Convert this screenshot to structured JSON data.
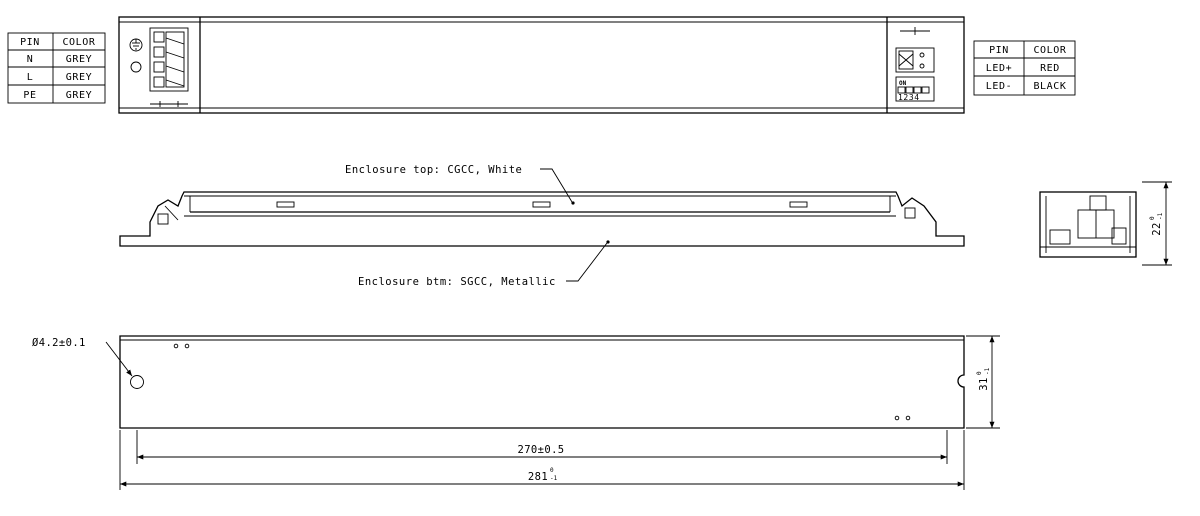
{
  "input_table": {
    "header": [
      "PIN",
      "COLOR"
    ],
    "rows": [
      [
        "N",
        "GREY"
      ],
      [
        "L",
        "GREY"
      ],
      [
        "PE",
        "GREY"
      ]
    ]
  },
  "output_table": {
    "header": [
      "PIN",
      "COLOR"
    ],
    "rows": [
      [
        "LED+",
        "RED"
      ],
      [
        "LED-",
        "BLACK"
      ]
    ]
  },
  "dip_switch": {
    "on_label": "ON",
    "numbers": "1234"
  },
  "side_view": {
    "top_label": "Enclosure top: CGCC, White",
    "bottom_label": "Enclosure btm: SGCC, Metallic"
  },
  "end_view": {
    "height_dim": "22",
    "height_tol_upper": "0",
    "height_tol_lower": "-1"
  },
  "bottom_view": {
    "hole_dim": "Ø4.2±0.1",
    "width_dim": "31",
    "width_tol_upper": "0",
    "width_tol_lower": "-1",
    "hole_spacing_dim": "270±0.5",
    "length_dim": "281",
    "length_tol_upper": "0",
    "length_tol_lower": "-1"
  }
}
